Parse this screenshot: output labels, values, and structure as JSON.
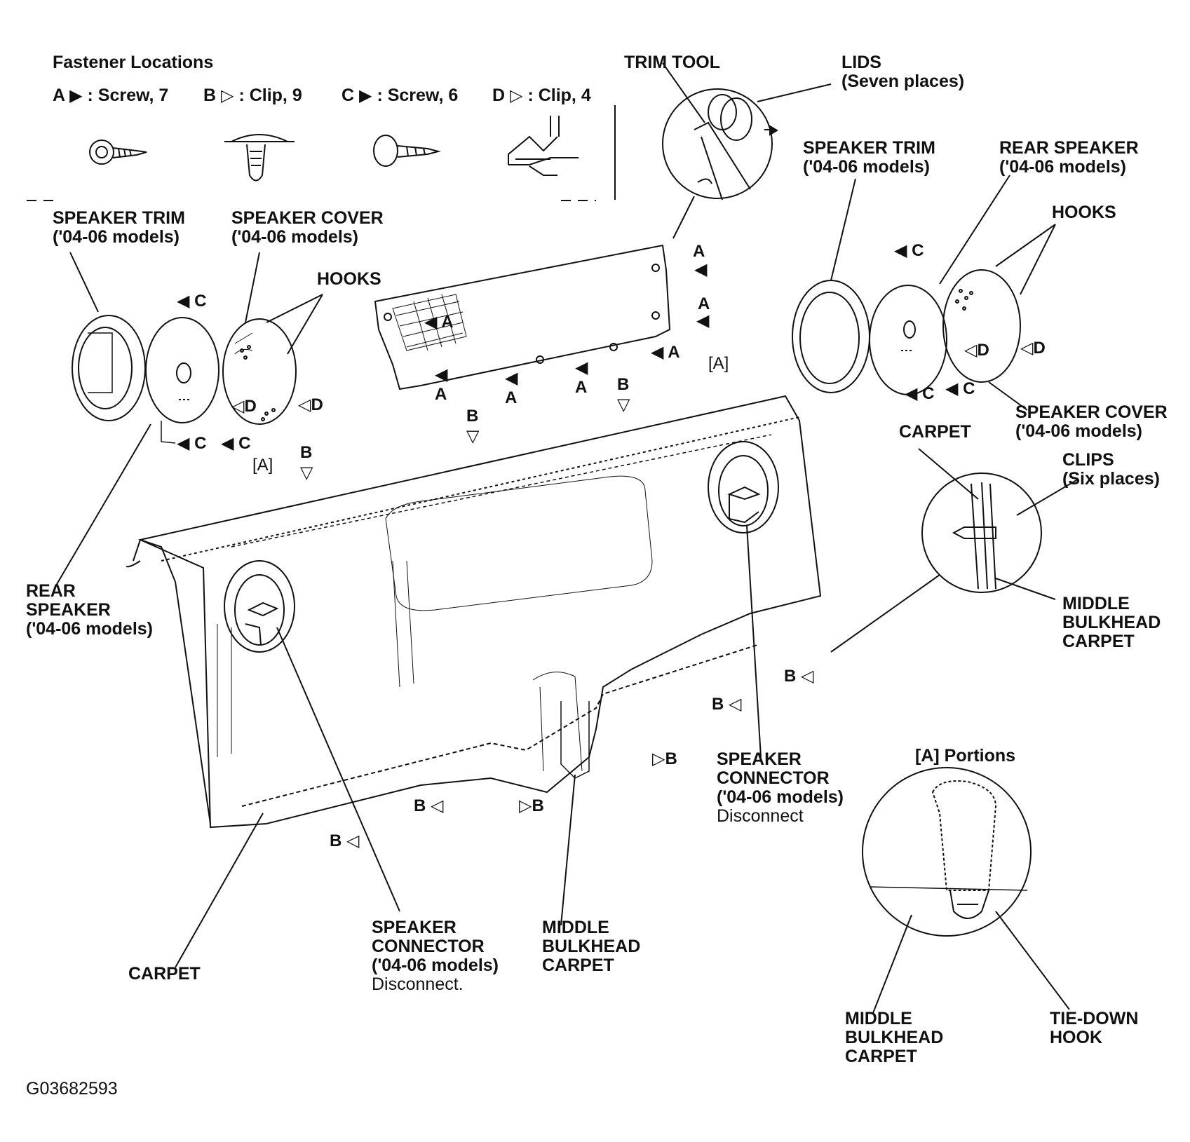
{
  "legend": {
    "title": "Fastener Locations",
    "items": [
      {
        "letter": "A",
        "symbol": "▶",
        "text": ": Screw, 7"
      },
      {
        "letter": "B",
        "symbol": "▷",
        "text": ": Clip, 9"
      },
      {
        "letter": "C",
        "symbol": "▶",
        "text": ": Screw, 6"
      },
      {
        "letter": "D",
        "symbol": "▷",
        "text": ": Clip, 4"
      }
    ]
  },
  "labels": {
    "trim_tool": "TRIM TOOL",
    "lids": [
      "LIDS",
      "(Seven places)"
    ],
    "speaker_trim_left": [
      "SPEAKER TRIM",
      "('04-06 models)"
    ],
    "speaker_cover_left": [
      "SPEAKER COVER",
      "('04-06 models)"
    ],
    "hooks_left": "HOOKS",
    "speaker_trim_right": [
      "SPEAKER TRIM",
      "('04-06 models)"
    ],
    "rear_speaker_right": [
      "REAR SPEAKER",
      "('04-06 models)"
    ],
    "hooks_right": "HOOKS",
    "speaker_cover_right": [
      "SPEAKER COVER",
      "('04-06 models)"
    ],
    "carpet_right": "CARPET",
    "clips": [
      "CLIPS",
      "(Six places)"
    ],
    "middle_bulkhead_right": [
      "MIDDLE",
      "BULKHEAD",
      "CARPET"
    ],
    "rear_speaker_left": [
      "REAR",
      "SPEAKER",
      "('04-06 models)"
    ],
    "speaker_connector_right": [
      "SPEAKER",
      "CONNECTOR",
      "('04-06 models)",
      "Disconnect"
    ],
    "a_portions": "[A]  Portions",
    "carpet_bottom": "CARPET",
    "speaker_connector_bottom": [
      "SPEAKER",
      "CONNECTOR",
      "('04-06 models)",
      "Disconnect."
    ],
    "middle_bulkhead_bottom": [
      "MIDDLE",
      "BULKHEAD",
      "CARPET"
    ],
    "middle_bulkhead_inset": [
      "MIDDLE",
      "BULKHEAD",
      "CARPET"
    ],
    "tie_down_hook": [
      "TIE-DOWN",
      "HOOK"
    ],
    "figure_id": "G03682593"
  },
  "markers": {
    "A": "A",
    "B": "B",
    "C": "C",
    "D": "D",
    "bracket_A": "[A]",
    "solid": "◀",
    "hollow_down": "▽",
    "hollow_left": "◁",
    "hollow_right": "▷"
  }
}
